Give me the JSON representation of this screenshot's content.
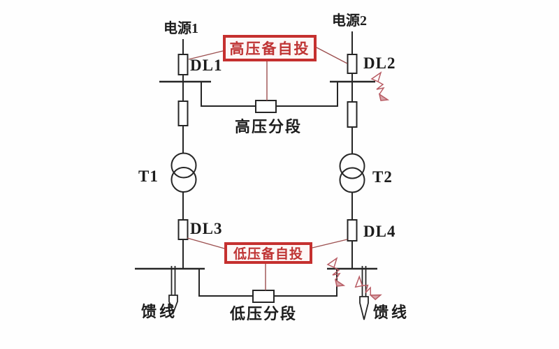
{
  "diagram": {
    "type": "power-system-one-line-diagram",
    "labels": {
      "source1": "电源1",
      "source2": "电源2",
      "dl1": "DL1",
      "dl2": "DL2",
      "dl3": "DL3",
      "dl4": "DL4",
      "t1": "T1",
      "t2": "T2",
      "hv_ats": "高压备自投",
      "lv_ats": "低压备自投",
      "hv_tie": "高压分段",
      "lv_tie": "低压分段",
      "feeder_left": "馈线",
      "feeder_right": "馈线"
    },
    "colors": {
      "line_black": "#262626",
      "highlight_box_red": "#c5302f",
      "highlight_text_red": "#bf3434",
      "connector_red": "#9c4f4f",
      "fault_bolt_red": "#b85c64",
      "background": "#fefefe"
    },
    "icons": {
      "breaker-icon": "small hollow rectangle on line",
      "transformer-icon": "two overlapping circles",
      "fault-bolt-icon": "hand-drawn red lightning arrow",
      "feeder-arrow-icon": "hollow downward arrow terminal"
    }
  }
}
